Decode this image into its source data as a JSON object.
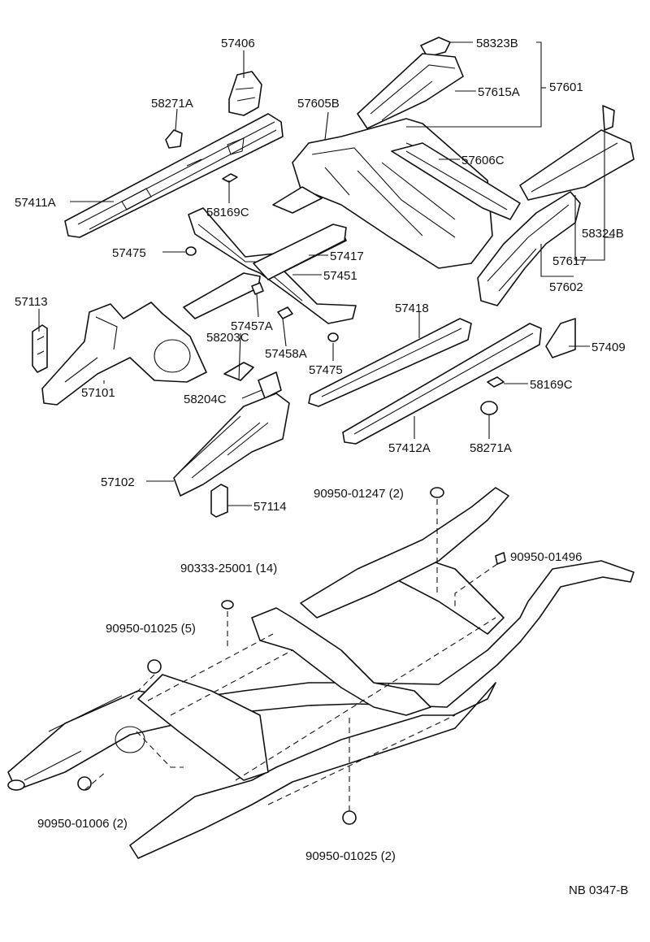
{
  "diagram": {
    "ref_code": "NB 0347-B",
    "labels": {
      "p57406": "57406",
      "p58323B": "58323B",
      "p57601": "57601",
      "p58271A_top": "58271A",
      "p57605B": "57605B",
      "p57615A": "57615A",
      "p57606C": "57606C",
      "p57411A": "57411A",
      "p58169C_top": "58169C",
      "p58324B": "58324B",
      "p57475_left": "57475",
      "p57417": "57417",
      "p57451": "57451",
      "p57617": "57617",
      "p57602": "57602",
      "p57113": "57113",
      "p57457A": "57457A",
      "p57418": "57418",
      "p58203C": "58203C",
      "p57458A": "57458A",
      "p57409": "57409",
      "p57475_right": "57475",
      "p57101": "57101",
      "p58169C_right": "58169C",
      "p58204C": "58204C",
      "p57412A": "57412A",
      "p58271A_bottom": "58271A",
      "p57102": "57102",
      "p90950_01247": "90950-01247 (2)",
      "p57114": "57114",
      "p90950_01496": "90950-01496",
      "p90333_25001": "90333-25001 (14)",
      "p90950_01025_5": "90950-01025 (5)",
      "p90950_01006": "90950-01006 (2)",
      "p90950_01025_2": "90950-01025 (2)"
    }
  }
}
